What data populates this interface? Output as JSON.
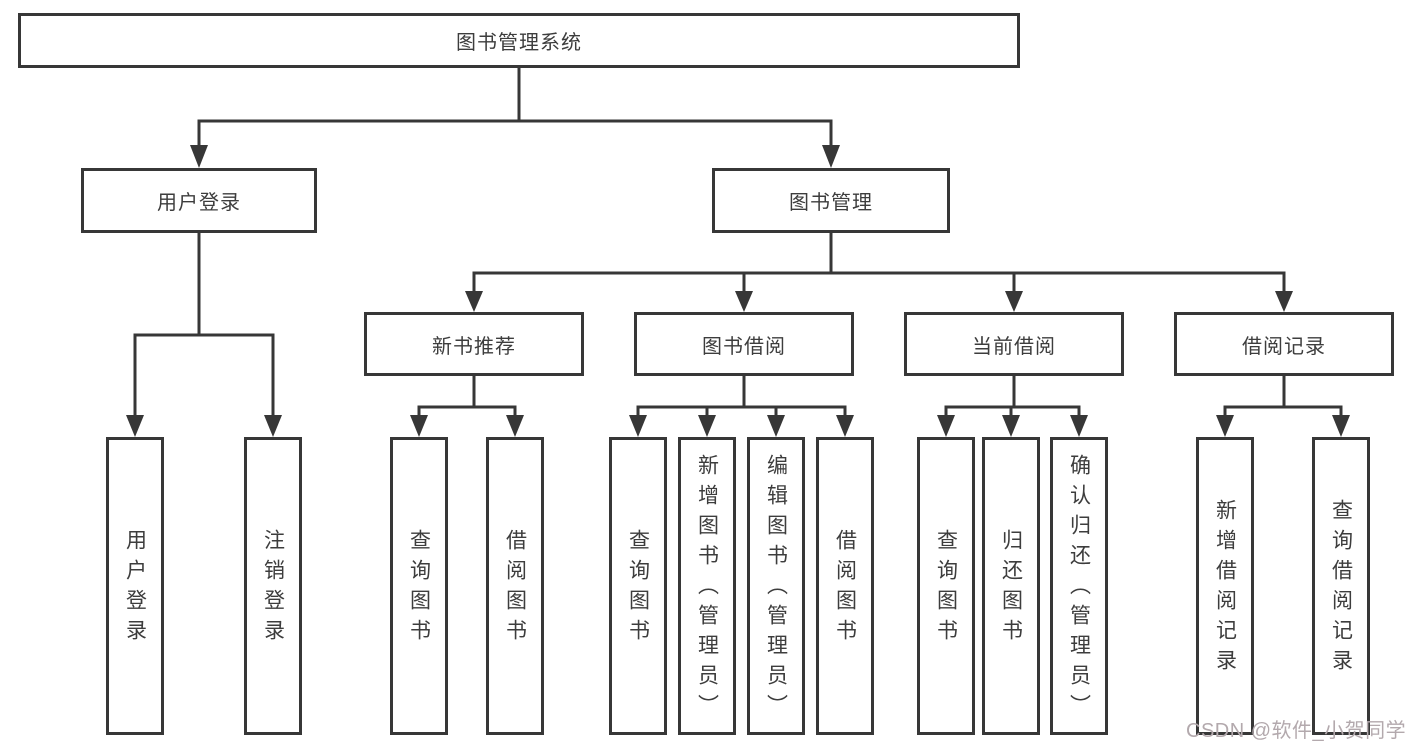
{
  "diagram": {
    "root": {
      "label": "图书管理系统"
    },
    "branches": [
      {
        "label": "用户登录",
        "children": [
          "用户登录",
          "注销登录"
        ]
      },
      {
        "label": "图书管理",
        "children": [
          {
            "label": "新书推荐",
            "children": [
              "查询图书",
              "借阅图书"
            ]
          },
          {
            "label": "图书借阅",
            "children": [
              "查询图书",
              "新增图书（管理员）",
              "编辑图书（管理员）",
              "借阅图书"
            ]
          },
          {
            "label": "当前借阅",
            "children": [
              "查询图书",
              "归还图书",
              "确认归还（管理员）"
            ]
          },
          {
            "label": "借阅记录",
            "children": [
              "新增借阅记录",
              "查询借阅记录"
            ]
          }
        ]
      }
    ]
  },
  "watermark": {
    "text": "CSDN @软件_小贺同学",
    "color": "#b3a9ad"
  },
  "colors": {
    "line": "#373737",
    "box_border": "#373737",
    "text": "#3d3d3d",
    "background": "#ffffff"
  }
}
